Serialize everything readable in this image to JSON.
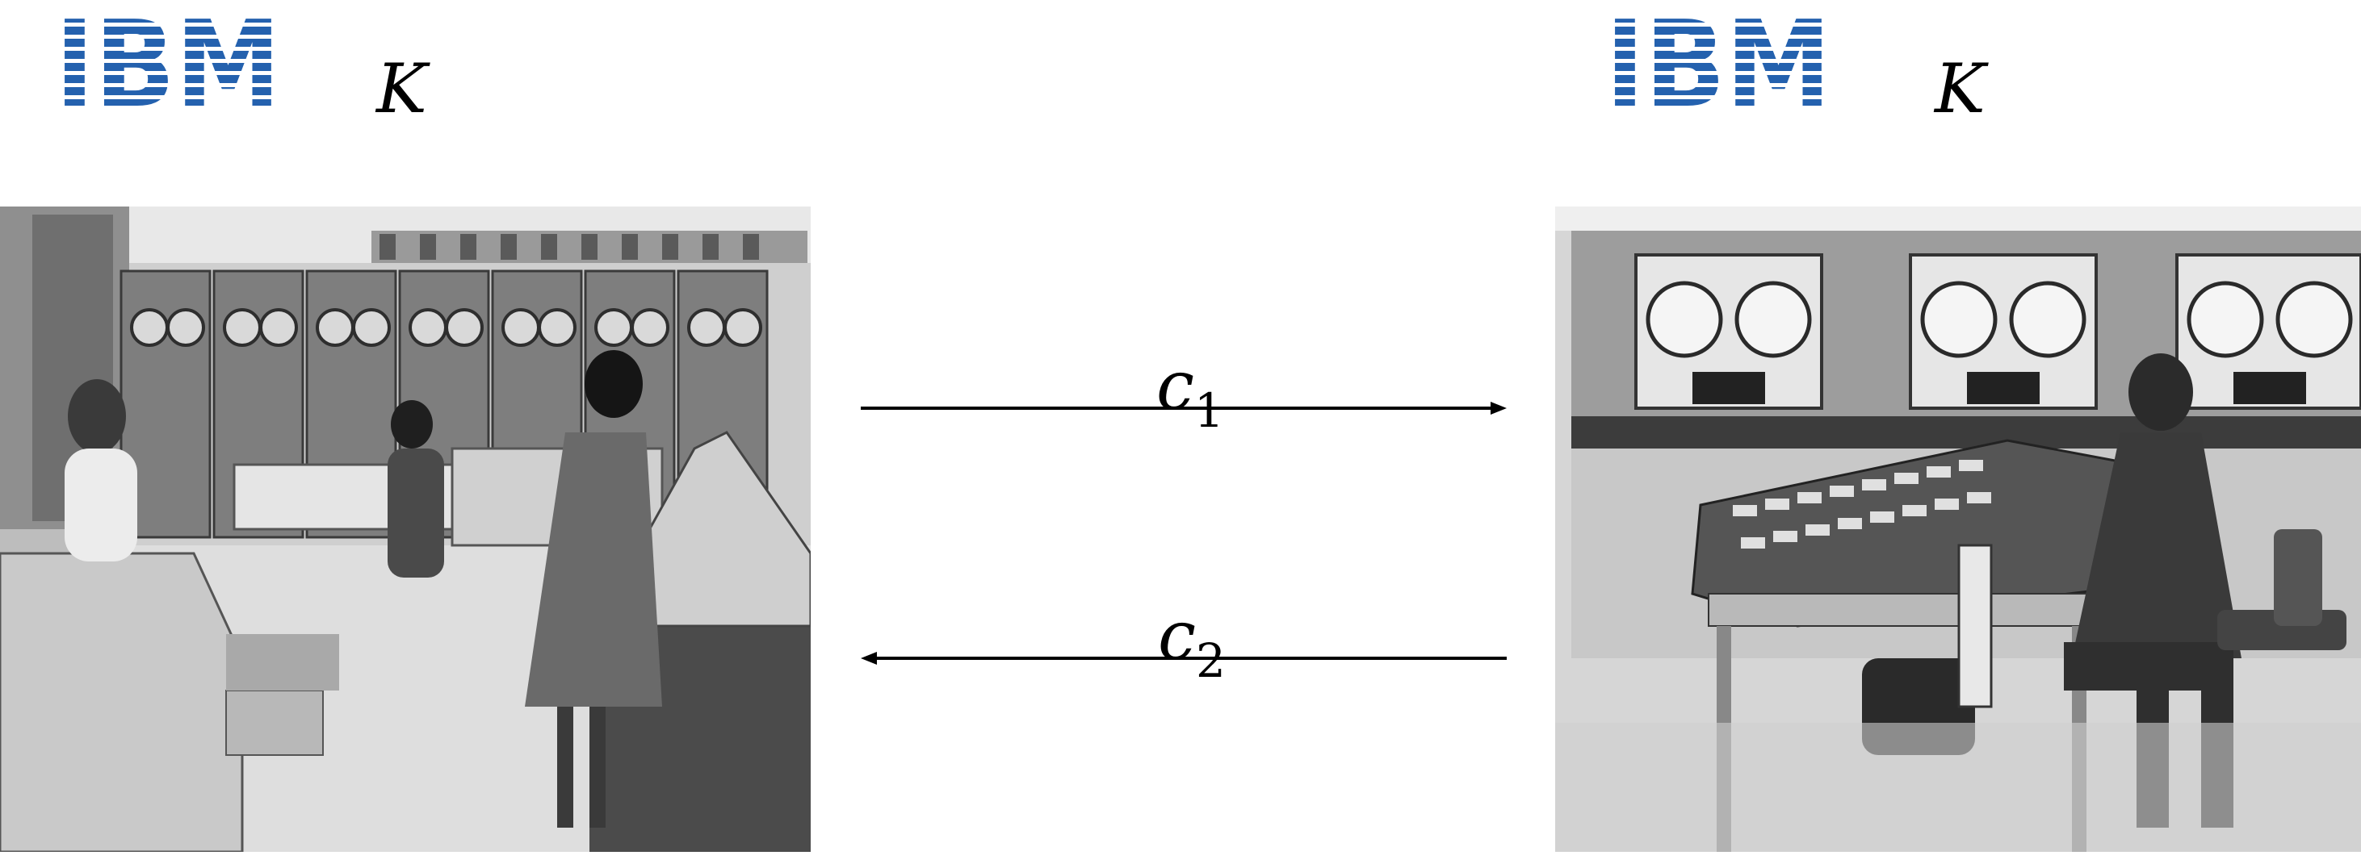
{
  "left_party": {
    "logo": "IBM",
    "key_label": "K",
    "photo_alt": "mainframe-room-with-tape-drives-and-operators"
  },
  "right_party": {
    "logo": "IBM",
    "key_label": "K",
    "photo_alt": "mainframe-console-with-operator"
  },
  "messages": [
    {
      "symbol": "c",
      "subscript": "1",
      "direction": "left-to-right"
    },
    {
      "symbol": "c",
      "subscript": "2",
      "direction": "right-to-left"
    }
  ],
  "colors": {
    "ibm_blue": "#2461ae",
    "arrow": "#000000",
    "background": "#ffffff"
  }
}
